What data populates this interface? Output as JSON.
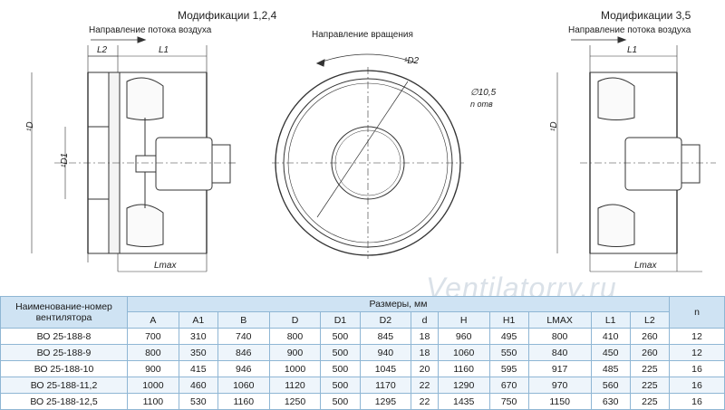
{
  "captions": {
    "mod_left": "Модификации 1,2,4",
    "mod_right": "Модификации 3,5",
    "airflow_left": "Направление потока воздуха",
    "airflow_right": "Направление потока воздуха",
    "rotation": "Направление вращения"
  },
  "dims": {
    "L1": "L1",
    "L2": "L2",
    "D": "¹D",
    "D1": "¹D1",
    "D2": "¹D2",
    "Lmax": "Lmax",
    "hole": "∅10,5",
    "hole_note": "n отв"
  },
  "watermark": "Ventilatorry.ru",
  "table": {
    "name_header": "Наименование-номер вентилятора",
    "sizes_header": "Размеры, мм",
    "n_header": "n",
    "columns": [
      "A",
      "A1",
      "B",
      "D",
      "D1",
      "D2",
      "d",
      "H",
      "H1",
      "LMAX",
      "L1",
      "L2"
    ],
    "rows": [
      {
        "name": "ВО 25-188-8",
        "values": [
          "700",
          "310",
          "740",
          "800",
          "500",
          "845",
          "18",
          "960",
          "495",
          "800",
          "410",
          "260"
        ],
        "n": "12"
      },
      {
        "name": "ВО 25-188-9",
        "values": [
          "800",
          "350",
          "846",
          "900",
          "500",
          "940",
          "18",
          "1060",
          "550",
          "840",
          "450",
          "260"
        ],
        "n": "12"
      },
      {
        "name": "ВО 25-188-10",
        "values": [
          "900",
          "415",
          "946",
          "1000",
          "500",
          "1045",
          "20",
          "1160",
          "595",
          "917",
          "485",
          "225"
        ],
        "n": "16"
      },
      {
        "name": "ВО 25-188-11,2",
        "values": [
          "1000",
          "460",
          "1060",
          "1120",
          "500",
          "1170",
          "22",
          "1290",
          "670",
          "970",
          "560",
          "225"
        ],
        "n": "16"
      },
      {
        "name": "ВО 25-188-12,5",
        "values": [
          "1100",
          "530",
          "1160",
          "1250",
          "500",
          "1295",
          "22",
          "1435",
          "750",
          "1150",
          "630",
          "225"
        ],
        "n": "16"
      }
    ]
  }
}
